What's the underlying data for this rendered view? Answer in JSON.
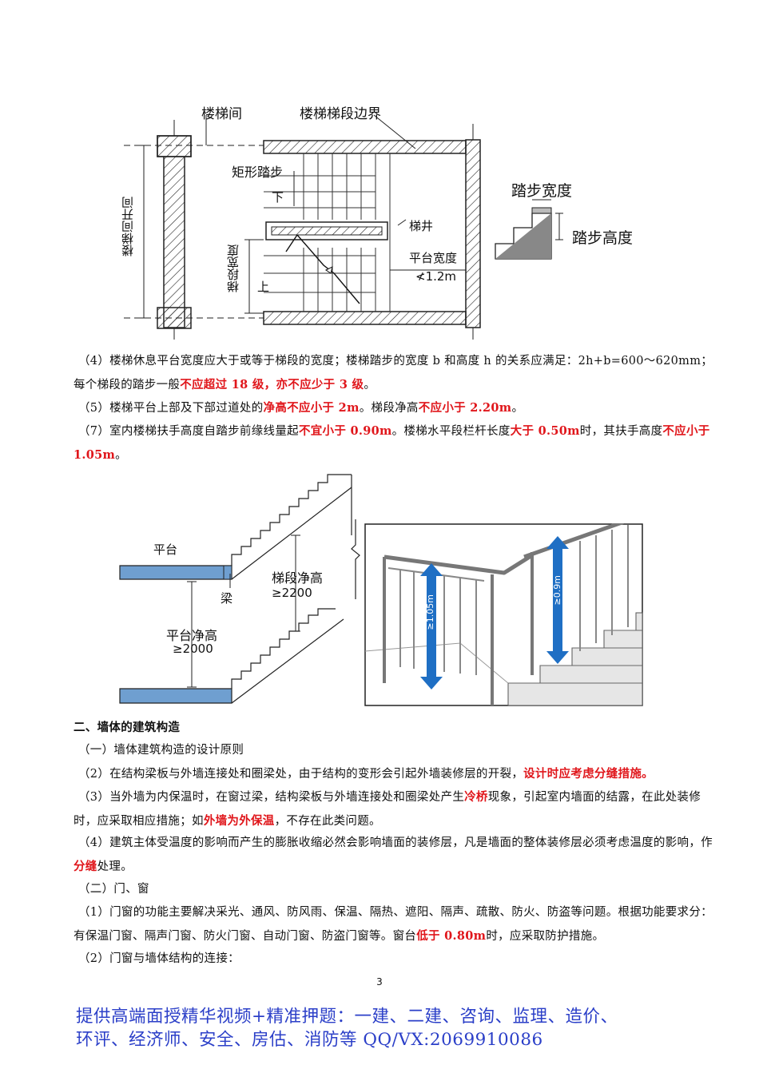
{
  "fig1": {
    "label_stairwell": "楼梯间",
    "label_boundary": "楼梯梯段边界",
    "label_rect_step": "矩形踏步",
    "label_down": "下",
    "label_well": "梯井",
    "label_platform_width": "平台宽度",
    "label_min_width": "≮1.2m",
    "label_flight_width": "梯段宽度",
    "label_up": "上",
    "label_bay": "楼梯间开间",
    "label_tread": "踏步宽度",
    "label_riser": "踏步高度"
  },
  "paragraphs": {
    "p1_a": "（4）楼梯休息平台宽度应大于或等于梯段的宽度；楼梯踏步的宽度 b 和高度 h 的关系应满足：2h+b=600～620mm；每个梯段的踏步一般",
    "p1_red": "不应超过 18 级，亦不应少于 3 级",
    "p1_b": "。",
    "p2_a": "（5）楼梯平台上部及下部过道处的",
    "p2_red1": "净高不应小于 2m",
    "p2_b": "。梯段净高",
    "p2_red2": "不应小于 2.20m",
    "p2_c": "。",
    "p3_a": "（7）室内楼梯扶手高度自踏步前缘线量起",
    "p3_red1": "不宜小于 0.90m",
    "p3_b": "。楼梯水平段栏杆长度",
    "p3_red2": "大于 0.50m",
    "p3_c": "时，其扶手高度",
    "p3_red3": "不应小于 1.05m",
    "p3_d": "。"
  },
  "fig2": {
    "label_platform": "平台",
    "label_beam": "梁",
    "label_flight_clear": "梯段净高",
    "label_flight_clear_val": "≥2200",
    "label_platform_clear": "平台净高",
    "label_platform_clear_val": "≥2000",
    "label_105": "≥1.05m",
    "label_09": "≥0.9m"
  },
  "section2": {
    "heading": "二、墙体的建筑构造",
    "sub1": "（一）墙体建筑构造的设计原则",
    "p2_a": "（2）在结构梁板与外墙连接处和圈梁处，由于结构的变形会引起外墙装修层的开裂，",
    "p2_red": "设计时应考虑分缝措施。",
    "p3_a": "（3）当外墙为内保温时，在窗过梁，结构梁板与外墙连接处和圈梁处产生",
    "p3_red1": "冷桥",
    "p3_b": "现象，引起室内墙面的结露，在此处装修时，应采取相应措施；如",
    "p3_red2": "外墙为外保温",
    "p3_c": "，不存在此类问题。",
    "p4_a": "（4）建筑主体受温度的影响而产生的膨胀收缩必然会影响墙面的装修层，凡是墙面的整体装修层必须考虑温度的影响，作",
    "p4_red": "分缝",
    "p4_b": "处理。",
    "sub2": "（二）门、窗",
    "p5_a": "（1）门窗的功能主要解决采光、通风、防风雨、保温、隔热、遮阳、隔声、疏散、防火、防盗等问题。根据功能要求分：有保温门窗、隔声门窗、防火门窗、自动门窗、防盗门窗等。窗台",
    "p5_red": "低于 0.80m",
    "p5_b": "时，应采取防护措施。",
    "p6": "（2）门窗与墙体结构的连接："
  },
  "page_number": "3",
  "footer": {
    "line1": "提供高端面授精华视频+精准押题：一建、二建、咨询、监理、造价、",
    "line2": "环评、经济师、安全、房估、消防等   QQ/VX:2069910086"
  },
  "colors": {
    "accent_red": "#e0161b",
    "footer_blue": "#2b3fc8",
    "blue_fill": "#6f9fd0",
    "arrow_blue": "#1f6fc4"
  }
}
